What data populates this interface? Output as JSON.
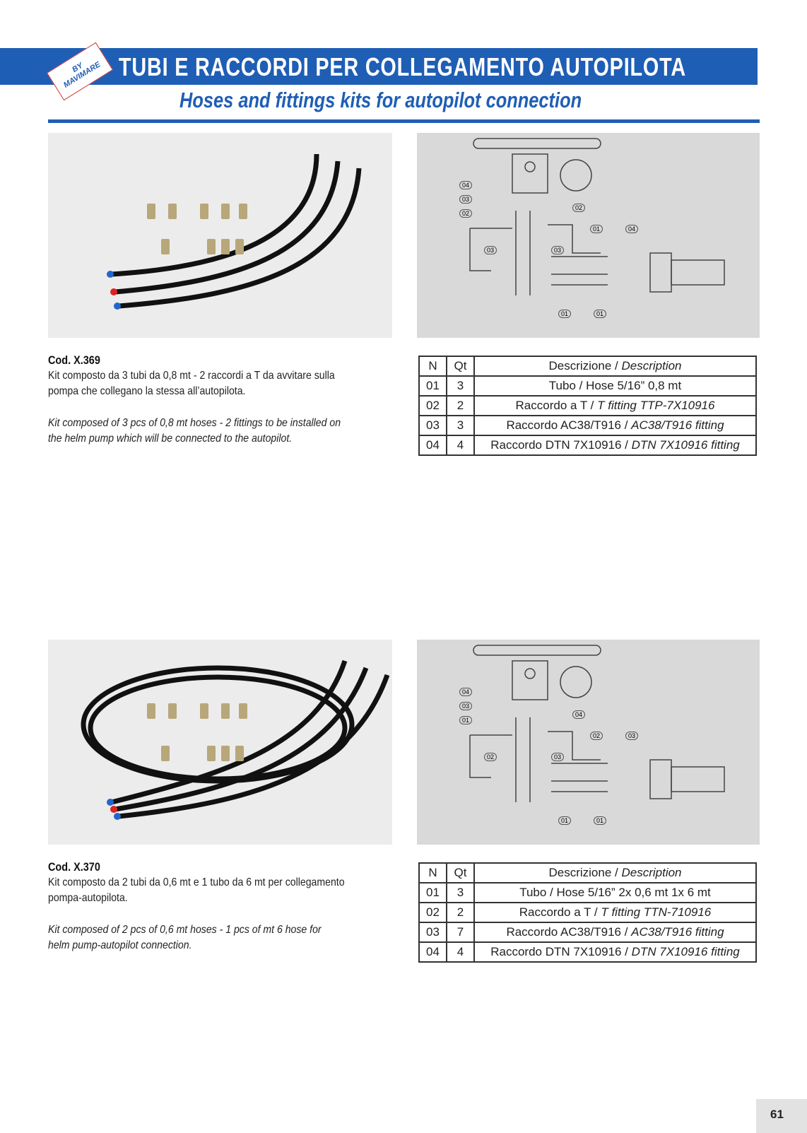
{
  "header": {
    "title": "TUBI E RACCORDI PER COLLEGAMENTO AUTOPILOTA",
    "subtitle": "Hoses and fittings kits for autopilot connection",
    "logo_by": "BY",
    "logo_brand": "MAVIMARE"
  },
  "table_headers": {
    "n": "N",
    "qt": "Qt",
    "desc_it": "Descrizione / ",
    "desc_en": "Description"
  },
  "products": [
    {
      "code": "Cod. X.369",
      "desc_it": [
        "Kit composto da 3 tubi da 0,8 mt - 2 raccordi a T  da avvitare sulla",
        "pompa che collegano la stessa all’autopilota."
      ],
      "desc_en": [
        "Kit composed of 3 pcs of 0,8  mt  hoses - 2  fittings to be installed on",
        "the helm pump which will be connected to the autopilot."
      ],
      "rows": [
        {
          "n": "01",
          "qt": "3",
          "it": "Tubo / Hose 5/16” 0,8 mt",
          "en": ""
        },
        {
          "n": "02",
          "qt": "2",
          "it": "Raccordo a T / ",
          "en": "T fitting TTP-7X10916"
        },
        {
          "n": "03",
          "qt": "3",
          "it": "Raccordo AC38/T916 / ",
          "en": "AC38/T916 fitting"
        },
        {
          "n": "04",
          "qt": "4",
          "it": "Raccordo DTN 7X10916 / ",
          "en": "DTN 7X10916 fitting"
        }
      ],
      "labels": [
        "04",
        "03",
        "02",
        "02",
        "01",
        "04",
        "03",
        "03",
        "01",
        "01"
      ]
    },
    {
      "code": "Cod. X.370",
      "desc_it": [
        "Kit composto da 2 tubi da 0,6 mt e 1 tubo da 6 mt  per collegamento",
        "pompa-autopilota."
      ],
      "desc_en": [
        "Kit composed of 2 pcs of 0,6  mt  hoses - 1 pcs of  mt 6 hose for",
        "helm pump-autopilot connection."
      ],
      "rows": [
        {
          "n": "01",
          "qt": "3",
          "it": "Tubo / Hose 5/16” 2x 0,6 mt 1x 6 mt",
          "en": ""
        },
        {
          "n": "02",
          "qt": "2",
          "it": "Raccordo a T / ",
          "en": "T fitting TTN-710916"
        },
        {
          "n": "03",
          "qt": "7",
          "it": "Raccordo AC38/T916 / ",
          "en": "AC38/T916 fitting"
        },
        {
          "n": "04",
          "qt": "4",
          "it": "Raccordo DTN 7X10916 / ",
          "en": "DTN 7X10916 fitting"
        }
      ],
      "labels": [
        "04",
        "03",
        "01",
        "04",
        "02",
        "03",
        "02",
        "03",
        "01",
        "01"
      ]
    }
  ],
  "page_number": "61"
}
